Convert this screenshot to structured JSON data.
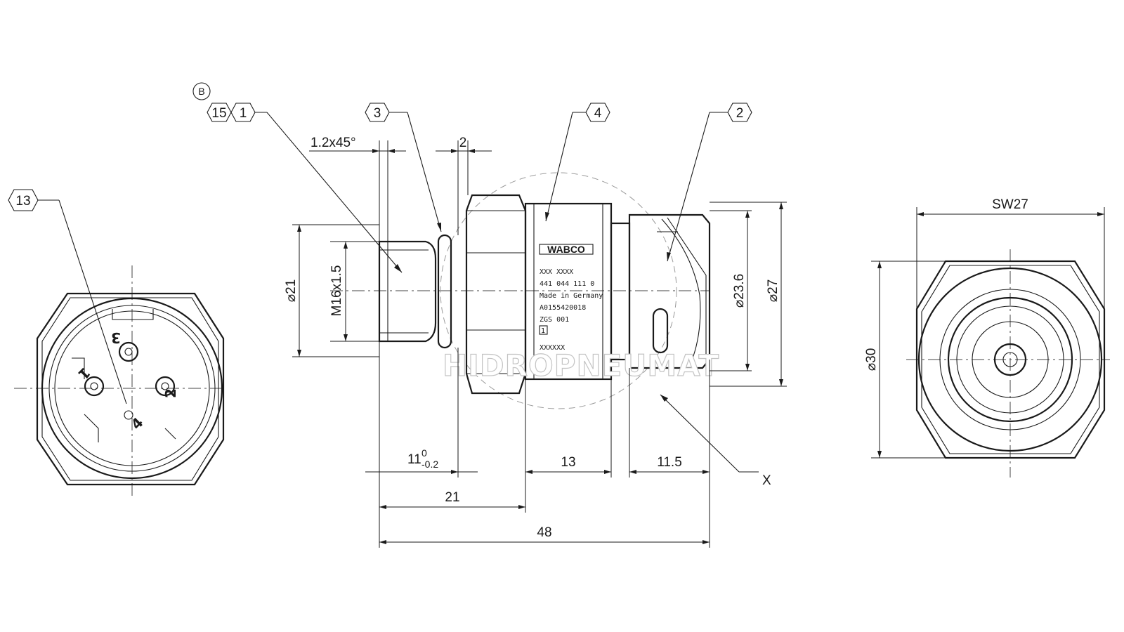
{
  "callouts": {
    "c1": "1",
    "c2": "2",
    "c3": "3",
    "c4": "4",
    "c13": "13",
    "c15": "15",
    "cB": "B"
  },
  "dimensions": {
    "chamfer": "1.2x45°",
    "groove_width": "2",
    "thread": "M16x1.5",
    "dia_21": "⌀21",
    "dia_23_6": "⌀23.6",
    "dia_27": "⌀27",
    "dia_30": "⌀30",
    "wrench_size": "SW27",
    "len_11": "11",
    "len_11_upper": "0",
    "len_11_lower": "-0.2",
    "len_13": "13",
    "len_11_5": "11.5",
    "len_21": "21",
    "len_48": "48"
  },
  "view_marker": "X",
  "connector_pins": [
    "3",
    "1",
    "2",
    "4"
  ],
  "body_marking": {
    "brand": "WABCO",
    "lines": [
      "XXX      XXXX",
      "441 044 111 0",
      "Made in Germany",
      "A0155420018",
      "ZGS 001"
    ],
    "box_char": "1",
    "serial": "XXXXXX"
  },
  "watermark": "HIDROPNEUMAT"
}
